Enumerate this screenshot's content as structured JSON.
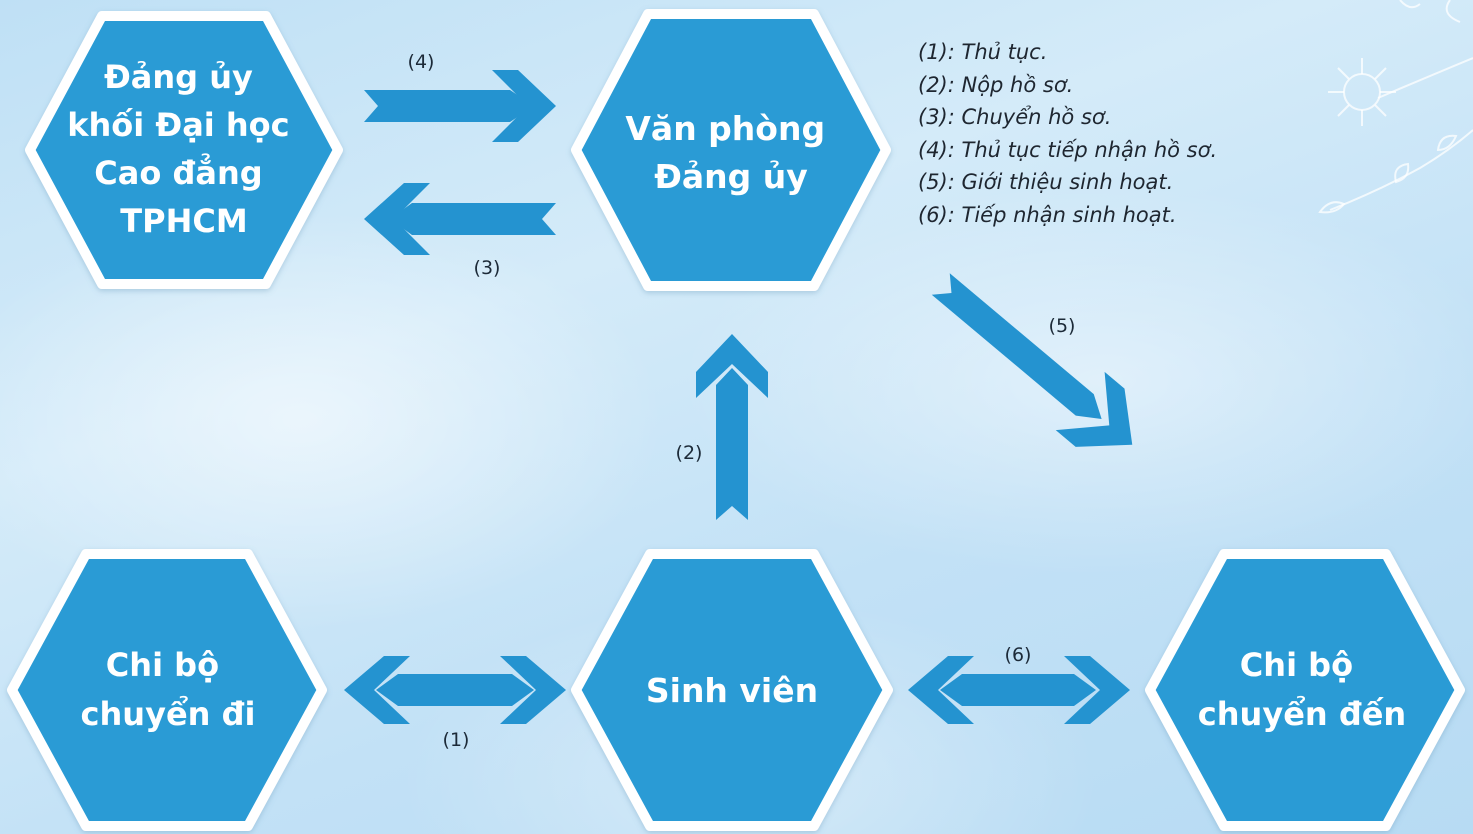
{
  "colors": {
    "hex_fill": "#2a9bd5",
    "hex_stroke": "#ffffff",
    "arrow_fill": "#2493d0",
    "label_text": "#1c2a38",
    "background": "#c9e5f8"
  },
  "nodes": {
    "dang_uy_khoi": {
      "lines": [
        "Đảng ủy",
        "khối Đại học",
        "Cao đẳng",
        "TPHCM"
      ]
    },
    "van_phong": {
      "lines": [
        "Văn phòng",
        "Đảng ủy"
      ]
    },
    "chi_bo_di": {
      "lines": [
        "Chi bộ",
        "chuyển đi"
      ]
    },
    "sinh_vien": {
      "lines": [
        "Sinh viên"
      ]
    },
    "chi_bo_den": {
      "lines": [
        "Chi bộ",
        "chuyển đến"
      ]
    }
  },
  "arrows": {
    "a1": {
      "label": "(1)",
      "direction": "both"
    },
    "a2": {
      "label": "(2)",
      "direction": "up"
    },
    "a3": {
      "label": "(3)",
      "direction": "left"
    },
    "a4": {
      "label": "(4)",
      "direction": "right"
    },
    "a5": {
      "label": "(5)",
      "direction": "down-right"
    },
    "a6": {
      "label": "(6)",
      "direction": "both"
    }
  },
  "legend": [
    "(1): Thủ tục.",
    "(2): Nộp hồ sơ.",
    "(3): Chuyển hồ sơ.",
    "(4): Thủ tục tiếp nhận hồ sơ.",
    "(5): Giới thiệu sinh hoạt.",
    "(6): Tiếp nhận sinh hoạt."
  ]
}
